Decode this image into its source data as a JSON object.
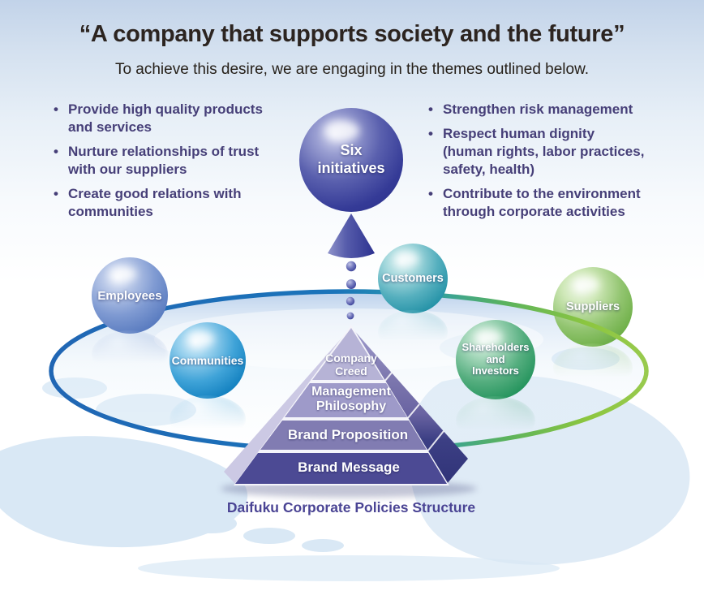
{
  "page": {
    "title": "“A company that supports society and the future”",
    "subtitle": "To achieve this desire, we are engaging in the themes outlined below."
  },
  "themes": {
    "bullet_glyph": "•",
    "left": [
      {
        "text": "Provide high quality products\nand services"
      },
      {
        "text": "Nurture relationships of trust\nwith our suppliers"
      },
      {
        "text": "Create good relations with\ncommunities"
      }
    ],
    "right": [
      {
        "text": "Strengthen risk management"
      },
      {
        "text": "Respect human dignity\n(human rights, labor practices,\nsafety, health)"
      },
      {
        "text": "Contribute to the environment\nthrough corporate activities"
      }
    ]
  },
  "hub": {
    "label": "Six\ninitiatives"
  },
  "stakeholders": {
    "employees": {
      "label": "Employees"
    },
    "communities": {
      "label": "Communities"
    },
    "customers": {
      "label": "Customers"
    },
    "shareholders": {
      "label": "Shareholders\nand\nInvestors"
    },
    "suppliers": {
      "label": "Suppliers"
    }
  },
  "pyramid": {
    "tiers": [
      {
        "label": "Company\nCreed"
      },
      {
        "label": "Management\nPhilosophy"
      },
      {
        "label": "Brand Proposition"
      },
      {
        "label": "Brand Message"
      }
    ],
    "caption": "Daifuku Corporate Policies Structure"
  },
  "colors": {
    "ring_blue": "#1a6ab5",
    "ring_green": "#8cc63f",
    "title_text": "#2c2420",
    "theme_text": "#463f78",
    "caption_text": "#4a4494",
    "hub_sphere": "#3a3f96",
    "employees_sphere": "#6c8cc8",
    "communities_sphere": "#1787c4",
    "customers_sphere": "#2b97ab",
    "shareholders_sphere": "#2e9961",
    "suppliers_sphere": "#7ab953",
    "pyramid_tier_top": "#b6b3d6",
    "pyramid_tier_bottom": "#4c4a94"
  }
}
